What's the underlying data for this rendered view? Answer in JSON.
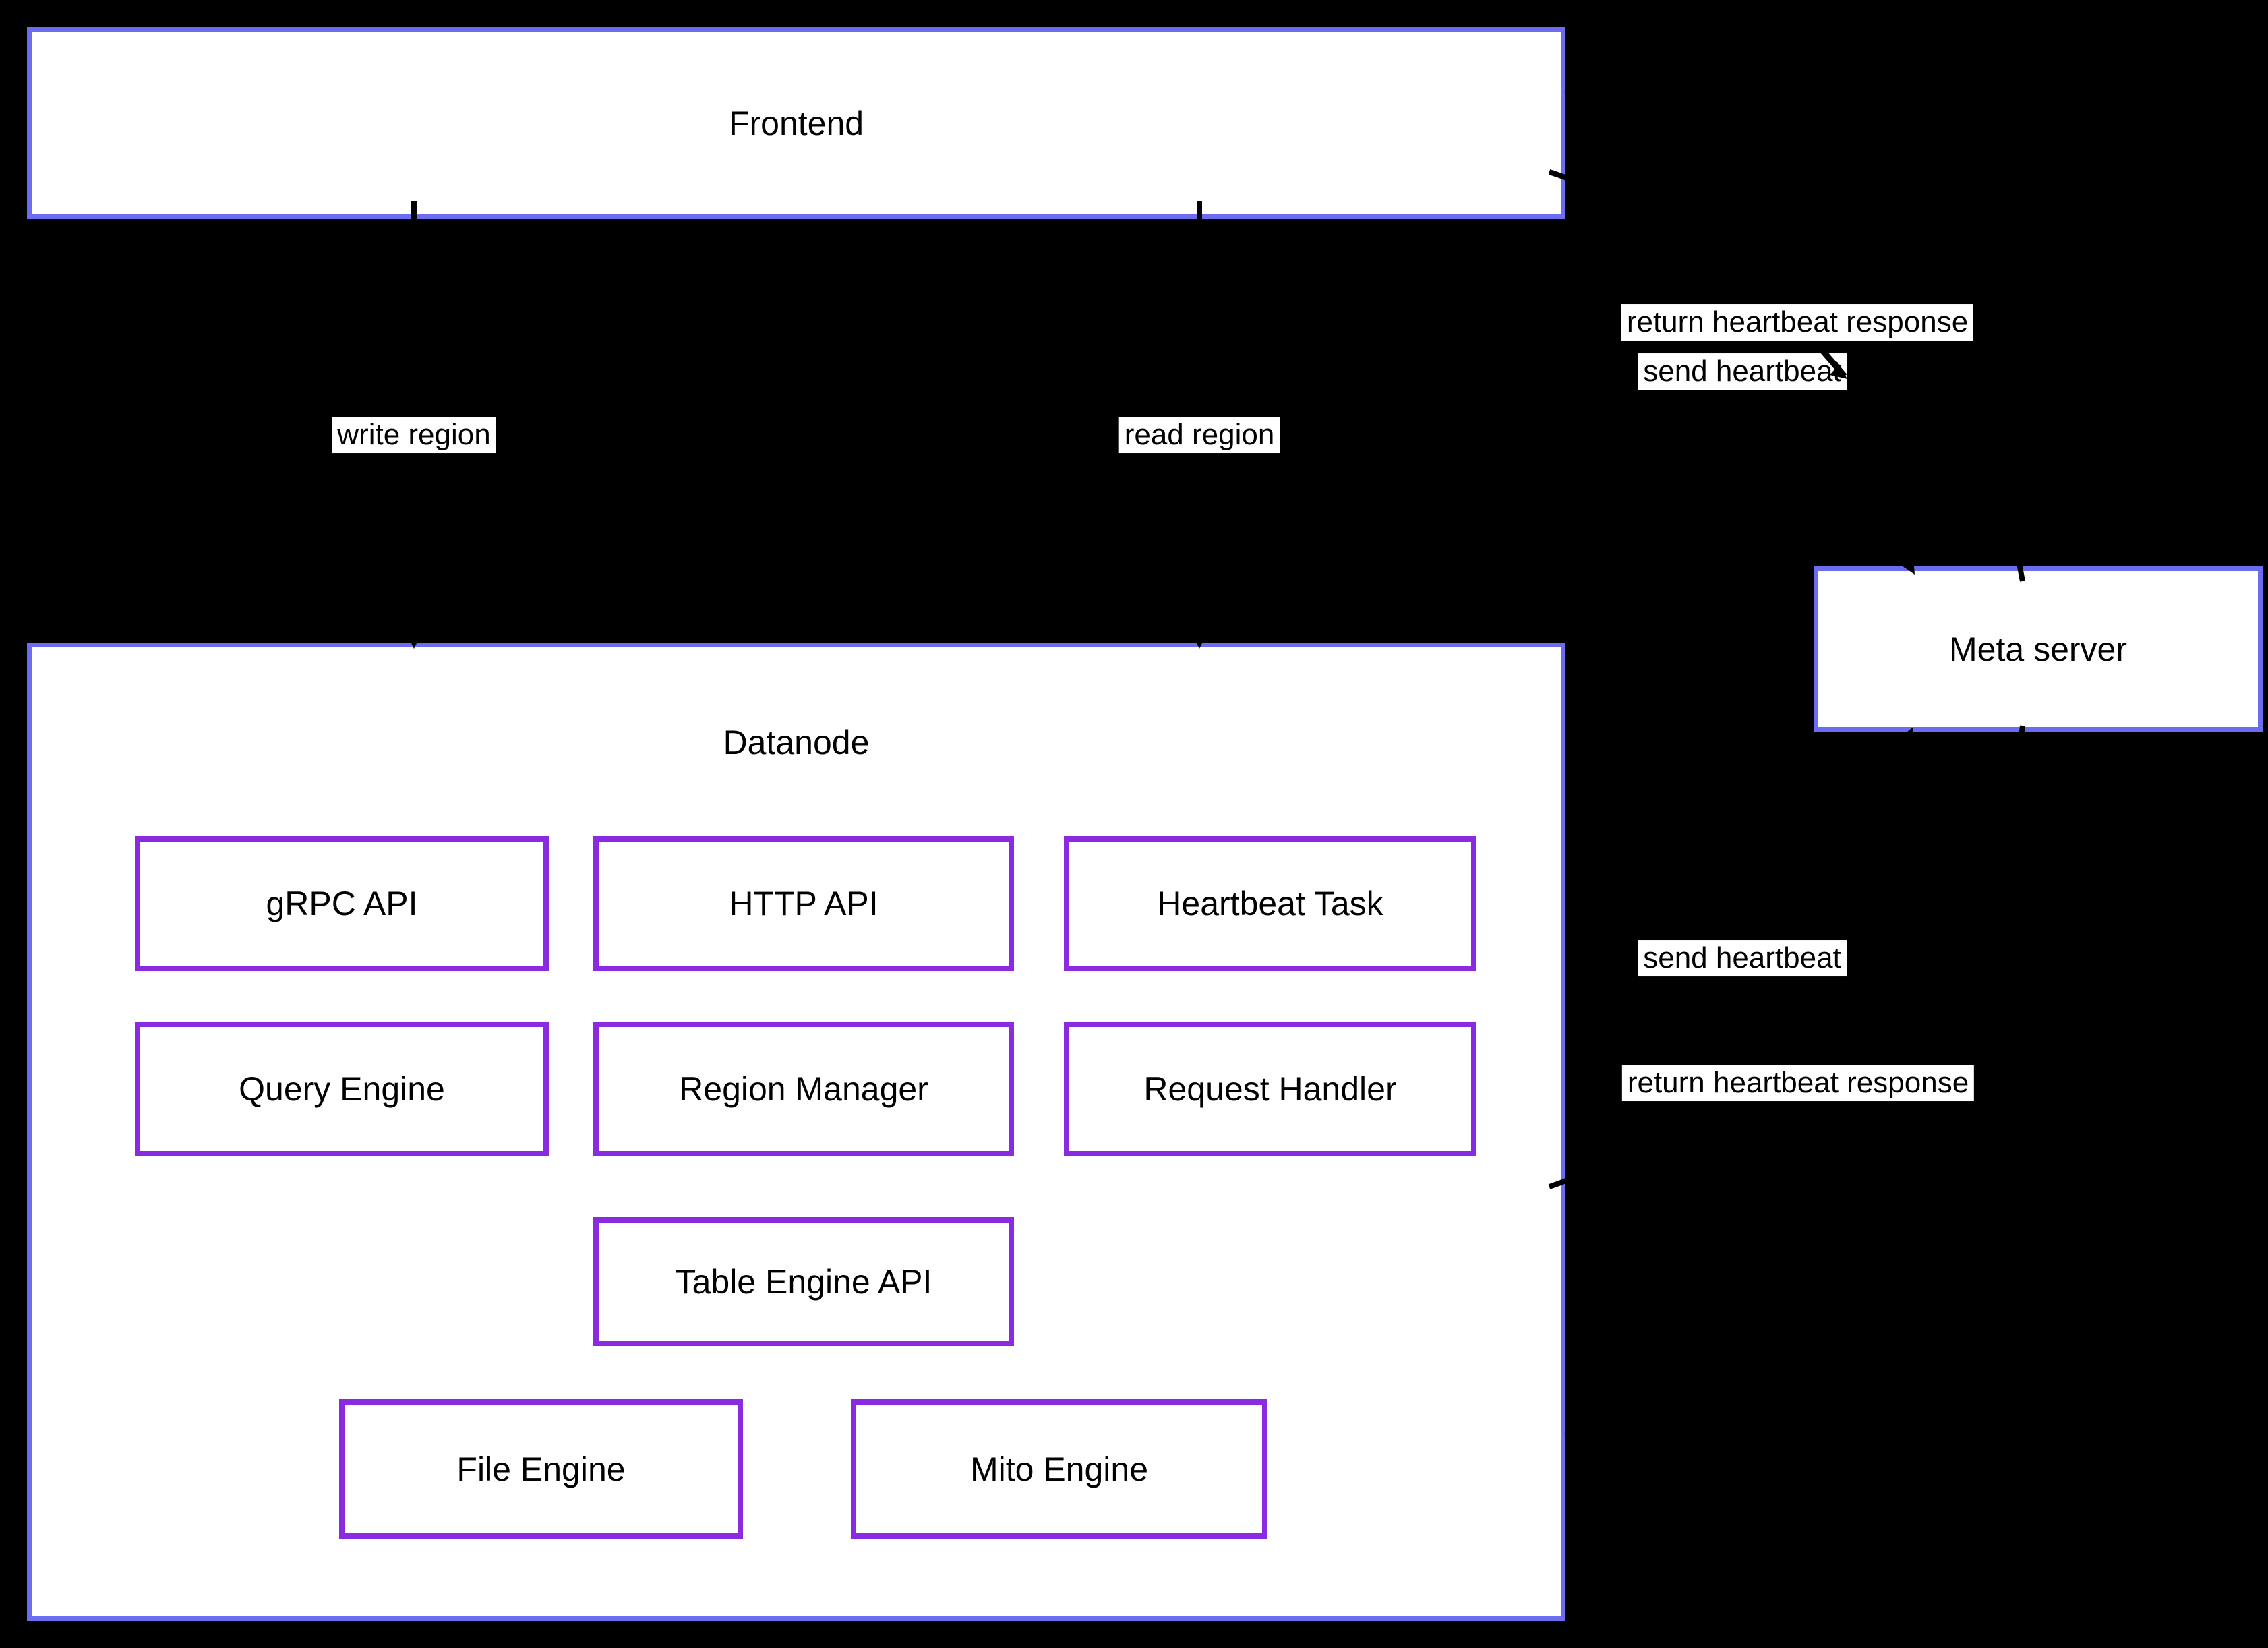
{
  "nodes": {
    "frontend": {
      "label": "Frontend"
    },
    "datanode": {
      "title": "Datanode"
    },
    "meta_server": {
      "label": "Meta server"
    },
    "grpc_api": {
      "label": "gRPC API"
    },
    "http_api": {
      "label": "HTTP API"
    },
    "heartbeat_task": {
      "label": "Heartbeat Task"
    },
    "query_engine": {
      "label": "Query Engine"
    },
    "region_manager": {
      "label": "Region Manager"
    },
    "request_handler": {
      "label": "Request Handler"
    },
    "table_engine_api": {
      "label": "Table Engine API"
    },
    "file_engine": {
      "label": "File Engine"
    },
    "mito_engine": {
      "label": "Mito Engine"
    }
  },
  "edge_labels": {
    "write_region": "write region",
    "read_region": "read region",
    "send_heartbeat_frontend": "send heartbeat",
    "return_heartbeat_frontend": "return heartbeat response",
    "send_heartbeat_datanode": "send heartbeat",
    "return_heartbeat_datanode": "return heartbeat response"
  },
  "colors": {
    "background": "#000000",
    "box_fill": "#ffffff",
    "outer_box_border": "#6c6cf0",
    "inner_box_border": "#8a2be2",
    "text": "#000000",
    "arrow": "#000000"
  }
}
